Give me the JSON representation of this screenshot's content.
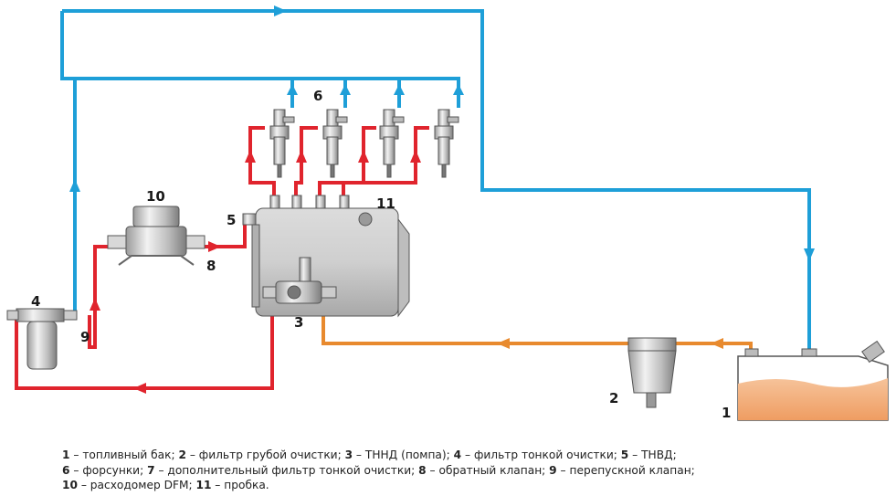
{
  "colors": {
    "return_line": "#1E9FD8",
    "high_pressure": "#E0242D",
    "low_pressure": "#E88A2E",
    "metal_light": "#E2E2E2",
    "metal_dark": "#8C8C8C",
    "fuel": "#F0A46A"
  },
  "labels": {
    "n1": "1",
    "n2": "2",
    "n3": "3",
    "n4": "4",
    "n5": "5",
    "n6": "6",
    "n8": "8",
    "n9": "9",
    "n10": "10",
    "n11": "11"
  },
  "legend": {
    "line1": [
      {
        "num": "1",
        "text": " – топливный бак; "
      },
      {
        "num": "2",
        "text": " – фильтр грубой очистки; "
      },
      {
        "num": "3",
        "text": " – ТННД (помпа); "
      },
      {
        "num": "4",
        "text": " –  фильтр тонкой очистки; "
      },
      {
        "num": "5",
        "text": " – ТНВД;"
      }
    ],
    "line2": [
      {
        "num": "6",
        "text": " – форсунки;  "
      },
      {
        "num": "7",
        "text": " – дополнительный фильтр тонкой очистки; "
      },
      {
        "num": "8",
        "text": " – обратный клапан; "
      },
      {
        "num": "9",
        "text": " – перепускной клапан;"
      }
    ],
    "line3": [
      {
        "num": "10",
        "text": " – расходомер DFM; "
      },
      {
        "num": "11",
        "text": " – пробка."
      }
    ]
  }
}
